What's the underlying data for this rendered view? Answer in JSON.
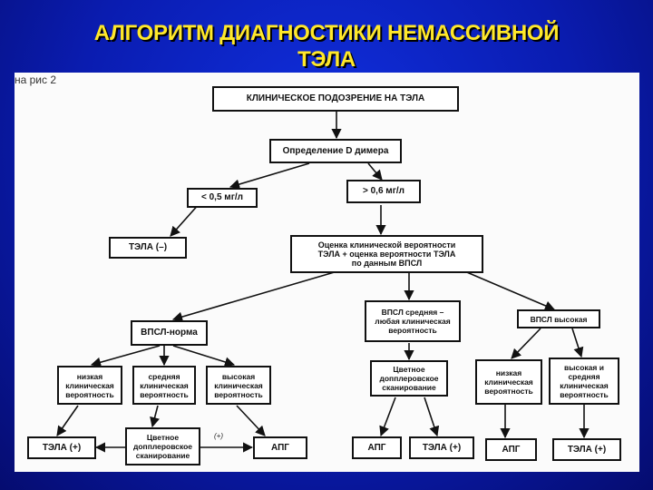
{
  "title": {
    "line1": "АЛГОРИТМ ДИАГНОСТИКИ НЕМАССИВНОЙ",
    "line2": "ТЭЛА"
  },
  "caption": "на рис 2",
  "note": "(+)",
  "colors": {
    "background": "#0a1cb0",
    "title": "#ffe82a",
    "panel": "#fbfbfb"
  },
  "nodes": {
    "suspicion": "КЛИНИЧЕСКОЕ ПОДОЗРЕНИЕ НА ТЭЛА",
    "ddimer": "Определение D димера",
    "low_dd": "< 0,5 мг/л",
    "high_dd": "> 0,6 мг/л",
    "tela_neg": "ТЭЛА (–)",
    "clinical": "Оценка клинической вероятности\nТЭЛА + оценка вероятности ТЭЛА\nпо данным ВПСЛ",
    "vpsl_norm": "ВПСЛ-норма",
    "vpsl_mid": "ВПСЛ средняя –\nлюбая клиническая\nвероятность",
    "vpsl_high": "ВПСЛ высокая",
    "n_low": "низкая\nклиническая\nвероятность",
    "n_mid": "средняя\nклиническая\nвероятность",
    "n_high": "высокая\nклиническая\nвероятность",
    "doppler_mid": "Цветное\nдопплеровское\nсканирование",
    "h_low": "низкая\nклиническая\nвероятность",
    "h_midhigh": "высокая и\nсредняя\nклиническая\nвероятность",
    "tela_pos_1": "ТЭЛА (+)",
    "doppler_bottom": "Цветное\nдопплеровское\nсканирование",
    "apg_1": "АПГ",
    "apg_2": "АПГ",
    "tela_pos_2": "ТЭЛА (+)",
    "apg_3": "АПГ",
    "tela_pos_3": "ТЭЛА (+)"
  }
}
